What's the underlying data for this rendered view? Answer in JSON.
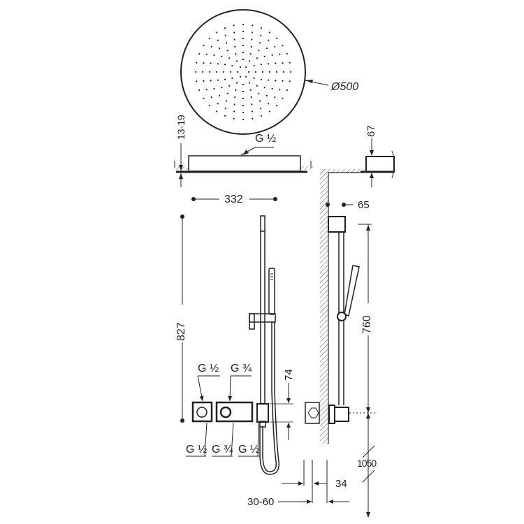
{
  "diagram": {
    "subject": "Concealed shower set technical drawing",
    "colors": {
      "line": "#231f20",
      "background": "#ffffff",
      "hatch": "#555555"
    },
    "shower_head": {
      "diameter_label": "Ø500",
      "thread_label": "G ½",
      "recess_label": "13-19",
      "width_label": "332"
    },
    "side_view": {
      "arm_thickness_label": "67",
      "bar_offset_label": "65",
      "bar_height_label": "760",
      "outlet_height_label": "1050",
      "wall_depth_label": "34",
      "recess_range_label": "30-60"
    },
    "front_view": {
      "total_height_label": "827",
      "outlet_height_label": "74",
      "valve_left_top_label": "G ½",
      "valve_right_top_label": "G ¾",
      "bottom_labels": [
        "G ½",
        "G ¾",
        "G ½"
      ]
    }
  }
}
